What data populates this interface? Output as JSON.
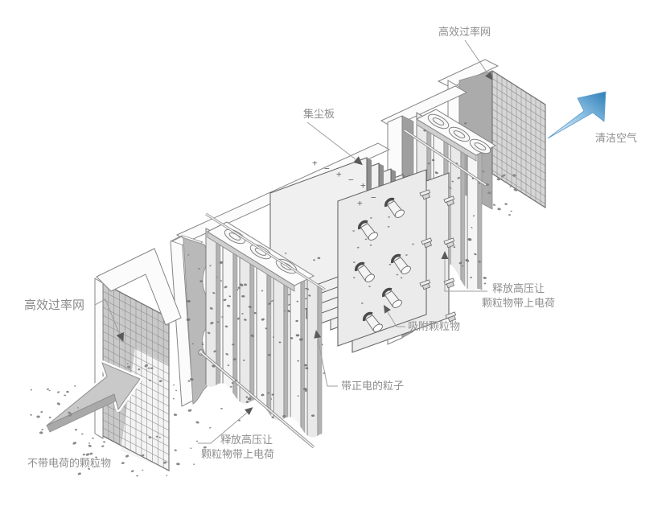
{
  "diagram_title": "electrostatic-precipitator-airflow-diagram",
  "labels": {
    "hepa_filter_top": "高效过率网",
    "hepa_filter_left": "高效过率网",
    "clean_air": "清洁空气",
    "dust_collecting_plate": "集尘板",
    "discharge_line1": "释放高压让",
    "discharge_line2": "颗粒物带上电荷",
    "adsorb_particles": "吸附颗粒物",
    "positively_charged": "带正电的粒子",
    "uncharged_particles": "不带电荷的颗粒物",
    "plus_mark": "+",
    "minus_mark": "−"
  },
  "colors": {
    "background": "#ffffff",
    "label_text": "#8e8e8e",
    "outline": "#6e6e6e",
    "panel_light": "#f2f2f2",
    "panel_mid": "#cccccc",
    "panel_dark": "#b5b5b5",
    "grid_line": "#8f8f8f",
    "particle_dot": "#8a8a8a",
    "strip_speck": "#7d7d7d",
    "intake_arrow_fill": "#c9c9c9",
    "clean_air_blue_dark": "#2d7fb8",
    "clean_air_blue_light": "#eef6fc"
  }
}
